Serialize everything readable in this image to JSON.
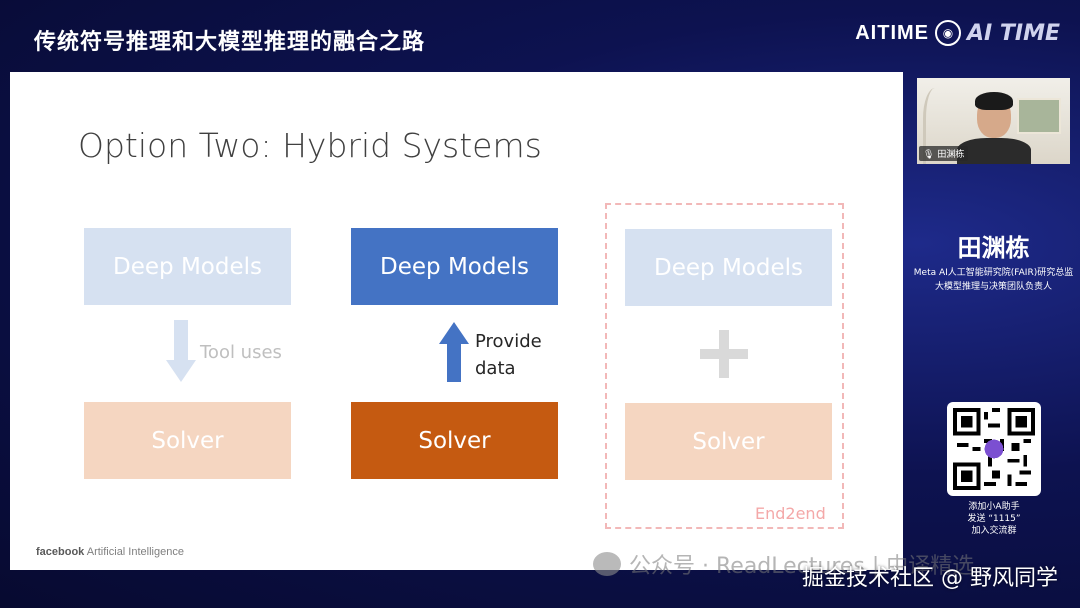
{
  "header": {
    "title": "传统符号推理和大模型推理的融合之路",
    "brand_text": "AITIME",
    "brand_logo": "AI TIME"
  },
  "slide": {
    "title_prefix": "Option ",
    "title_emph": "Two",
    "title_suffix": ": Hybrid Systems",
    "col1": {
      "top": "Deep Models",
      "bottom": "Solver",
      "arrow_label": "Tool uses"
    },
    "col2": {
      "top": "Deep Models",
      "bottom": "Solver",
      "arrow_label_line1": "Provide",
      "arrow_label_line2": "data"
    },
    "col3": {
      "top": "Deep Models",
      "bottom": "Solver",
      "group_label": "End2end"
    },
    "footer_brand": "facebook",
    "footer_text": "Artificial Intelligence"
  },
  "overlays": {
    "wechat_watermark": "公众号 · ReadLectures | 中译精选",
    "juejin": "掘金技术社区 @ 野风同学"
  },
  "speaker": {
    "cam_label": "田渊栋",
    "name": "田渊栋",
    "role_line1": "Meta AI人工智能研究院(FAIR)研究总监",
    "role_line2": "大模型推理与决策团队负责人"
  },
  "qr": {
    "text_line1": "添加小A助手",
    "text_line2": "发送 “1115”",
    "text_line3": "加入交流群"
  },
  "colors": {
    "solid_blue": "#4473c4",
    "faded_blue": "#d6e1f1",
    "solid_orange": "#c55a11",
    "faded_orange": "#f5d6c1",
    "background": "#0b0f3a"
  }
}
